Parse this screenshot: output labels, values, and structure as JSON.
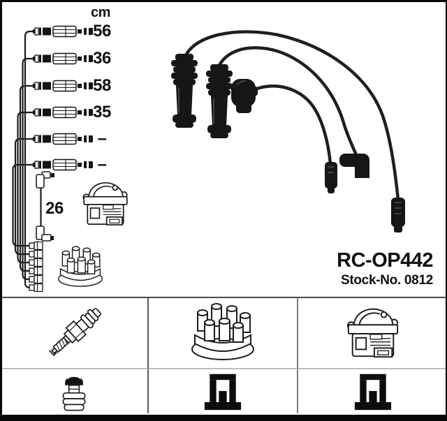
{
  "product": {
    "part_number": "RC-OP442",
    "stock_label": "Stock-No. 0812"
  },
  "diagram": {
    "unit_label": "cm",
    "rows": [
      {
        "length": "56"
      },
      {
        "length": "36"
      },
      {
        "length": "58"
      },
      {
        "length": "35"
      },
      {
        "length": "–"
      },
      {
        "length": "–"
      }
    ],
    "jumper_length": "26",
    "drawn_components": [
      "cable-set-schematic",
      "ignition-coil",
      "distributor-cap",
      "terminal-stack"
    ]
  },
  "photo": {
    "subject": "three-ignition-leads-with-boots"
  },
  "legend": {
    "cells": [
      {
        "icon": "spark-plug-icon"
      },
      {
        "icon": "distributor-cap-icon"
      },
      {
        "icon": "ignition-coil-icon"
      },
      {
        "icon": "spark-plug-terminal-icon"
      },
      {
        "icon": "coil-terminal-icon"
      },
      {
        "icon": "coil-terminal-icon"
      }
    ]
  },
  "colors": {
    "ink": "#1c1c1c",
    "frame": "#070707",
    "grid_line_dark": "#4a4a4a",
    "grid_line_light": "#bdbdbd",
    "photo_black": "#161616"
  }
}
